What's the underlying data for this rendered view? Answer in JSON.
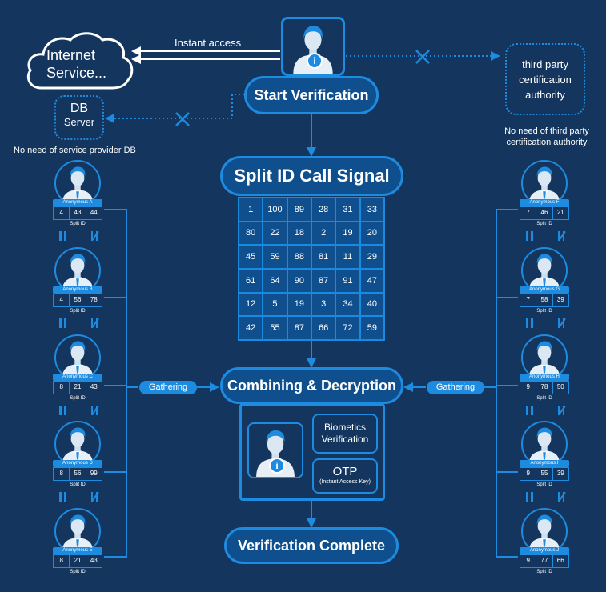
{
  "top": {
    "instant_access": "Instant access",
    "internet_service": "Internet Service...",
    "start_verification": "Start Verification",
    "db_server_line1": "DB",
    "db_server_line2": "Server",
    "no_db": "No need of service provider DB",
    "third_party": "third party certification authority",
    "no_third_party_line1": "No need of third party",
    "no_third_party_line2": "certification authority"
  },
  "center": {
    "split_signal_title": "Split ID Call Signal",
    "grid": [
      [
        1,
        100,
        89,
        28,
        31,
        33
      ],
      [
        80,
        22,
        18,
        2,
        19,
        20
      ],
      [
        45,
        59,
        88,
        81,
        11,
        29
      ],
      [
        61,
        64,
        90,
        87,
        91,
        47
      ],
      [
        12,
        5,
        19,
        3,
        34,
        40
      ],
      [
        42,
        55,
        87,
        66,
        72,
        59
      ]
    ],
    "combining": "Combining & Decryption",
    "biometrics_line1": "Biometics",
    "biometrics_line2": "Verification",
    "otp": "OTP",
    "otp_sub": "(Instant Access Key)",
    "verification_complete": "Verification Complete"
  },
  "gathering": "Gathering",
  "split_id_label": "Split ID",
  "left_users": [
    {
      "name": "Anonymous A",
      "ids": [
        4,
        43,
        44
      ]
    },
    {
      "name": "Anonymous B",
      "ids": [
        4,
        56,
        78
      ]
    },
    {
      "name": "Anonymous C",
      "ids": [
        8,
        21,
        43
      ]
    },
    {
      "name": "Anonymous D",
      "ids": [
        8,
        56,
        99
      ]
    },
    {
      "name": "Anonymous E",
      "ids": [
        8,
        21,
        43
      ]
    }
  ],
  "right_users": [
    {
      "name": "Anonymous F",
      "ids": [
        7,
        46,
        21
      ]
    },
    {
      "name": "Anonymous G",
      "ids": [
        7,
        58,
        39
      ]
    },
    {
      "name": "Anonymous H",
      "ids": [
        9,
        78,
        50
      ]
    },
    {
      "name": "Anonymous I",
      "ids": [
        9,
        55,
        39
      ]
    },
    {
      "name": "Anonymous J",
      "ids": [
        9,
        77,
        66
      ]
    }
  ],
  "colors": {
    "background": "#14365e",
    "accent": "#1d8be0",
    "box_fill": "#0f4f8e"
  },
  "icons": {
    "user": "person-with-tie-icon",
    "info": "info-badge-icon",
    "cloud": "cloud-icon",
    "blocked": "x-cross-icon"
  }
}
